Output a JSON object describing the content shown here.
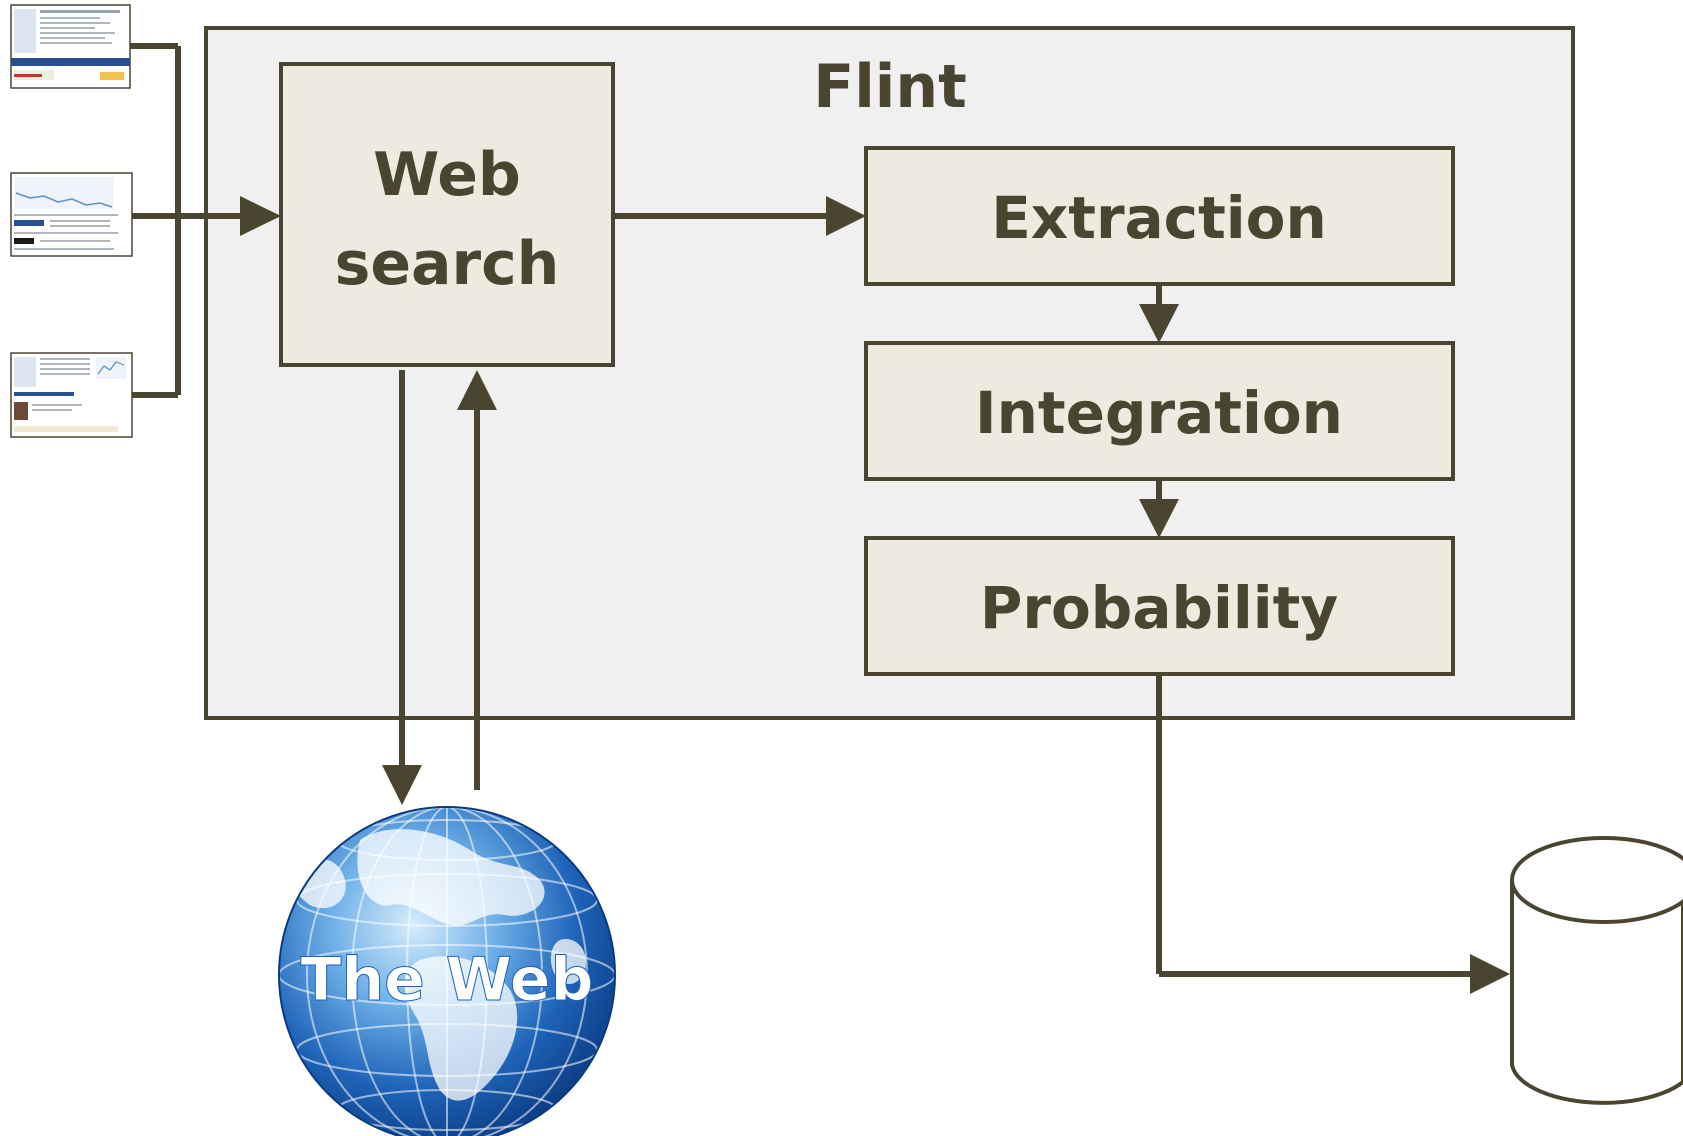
{
  "diagram": {
    "container_title": "Flint",
    "web_search_line1": "Web",
    "web_search_line2": "search",
    "extraction": "Extraction",
    "integration": "Integration",
    "probability": "Probability",
    "globe_label": "The Web"
  },
  "colors": {
    "stroke": "#4a4530",
    "box_fill": "#edeae0",
    "container_fill": "#f0f0f0",
    "globe_blue": "#1e63b8"
  },
  "icons": {
    "input_pages": [
      "web-page-thumbnail-icon",
      "web-page-thumbnail-icon",
      "web-page-thumbnail-icon"
    ],
    "globe": "globe-icon",
    "database": "database-cylinder-icon"
  }
}
